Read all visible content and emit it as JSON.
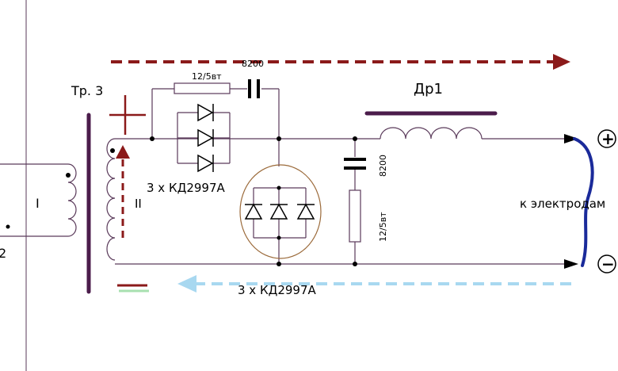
{
  "labels": {
    "transformer": "Тр. 3",
    "primary_winding": "I",
    "secondary_winding": "II",
    "side_number": "2",
    "resistor_top": "12/5вт",
    "cap_top": "8200",
    "choke": "Др1",
    "cap_vertical": "8200",
    "resistor_vertical": "12/5вт",
    "diodes_top": "3 х КД2997А",
    "diodes_bottom": "3 х КД2997А",
    "electrodes": "к электродам",
    "plus": "+",
    "minus": "−"
  },
  "colors": {
    "wire": "#5a3a5a",
    "core": "#4b1c4b",
    "choke_bar": "#4b1c4b",
    "arrow_forward": "#8b1a1a",
    "arrow_return": "#a8d8f0",
    "electrode_cable": "#1a2a9a",
    "circle_outline": "#9b6a3a"
  }
}
